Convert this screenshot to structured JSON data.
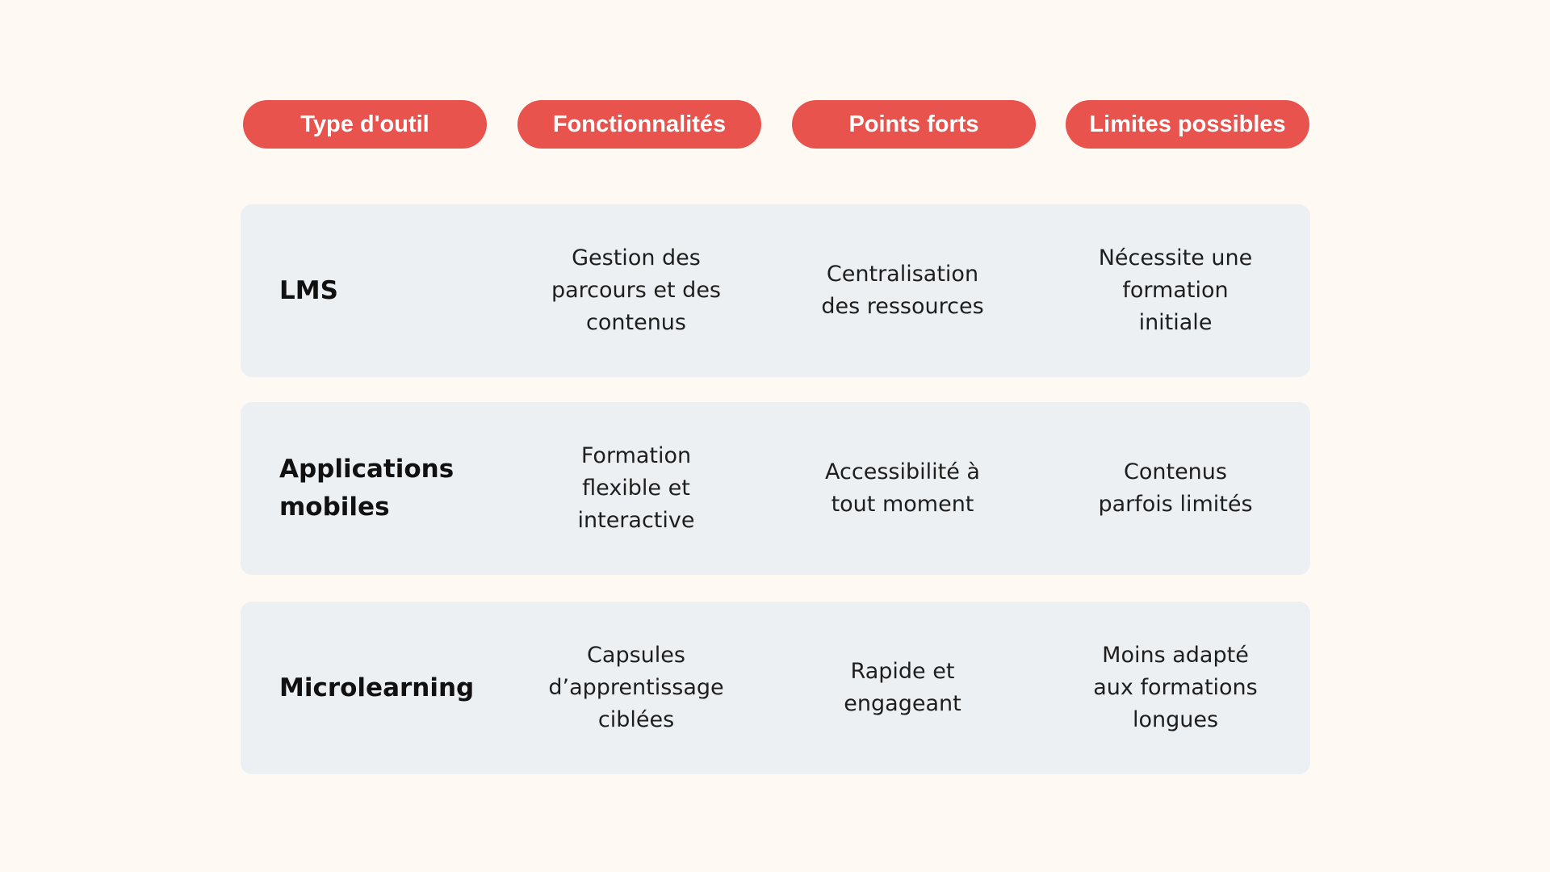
{
  "headers": [
    "Type d'outil",
    "Fonctionnalités",
    "Points forts",
    "Limites possibles"
  ],
  "colors": {
    "background": "#FFF9F4",
    "header_pill": "#E8544D",
    "row_background": "#EDF0F3",
    "text": "#111111"
  },
  "rows": [
    {
      "tool": "LMS",
      "features": "Gestion des parcours et des contenus",
      "strengths": "Centralisation des ressources",
      "limits": "Nécessite une formation initiale"
    },
    {
      "tool": "Applications mobiles",
      "features": "Formation flexible et interactive",
      "strengths": "Accessibilité à tout moment",
      "limits": "Contenus parfois limités"
    },
    {
      "tool": "Microlearning",
      "features": "Capsules d’apprentissage ciblées",
      "strengths": "Rapide et engageant",
      "limits": "Moins adapté aux formations longues"
    }
  ]
}
